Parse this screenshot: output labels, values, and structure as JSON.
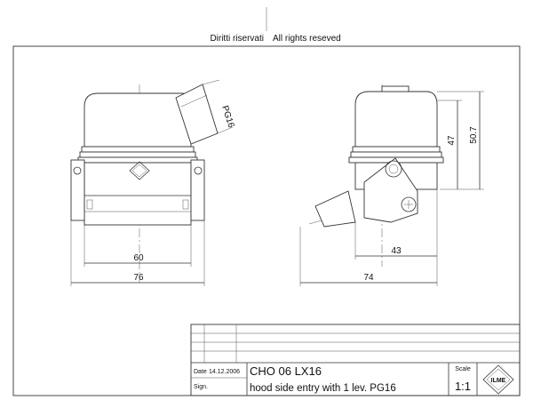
{
  "header": {
    "rights_it": "Diritti riservati",
    "rights_en": "All rights reseved"
  },
  "drawing": {
    "front_view": {
      "cable_entry": "PG16",
      "width_inner": "60",
      "width_outer": "76"
    },
    "side_view": {
      "height_47": "47",
      "height_50_7": "50.7",
      "depth_43": "43",
      "depth_74": "74"
    }
  },
  "title_block": {
    "date_label": "Date",
    "date_value": "14.12.2006",
    "sign_label": "Sign.",
    "part_code": "CHO 06 LX16",
    "description": "hood side entry with 1 lev. PG16",
    "scale_label": "Scale",
    "scale_value": "1:1",
    "logo_text": "ILME"
  }
}
